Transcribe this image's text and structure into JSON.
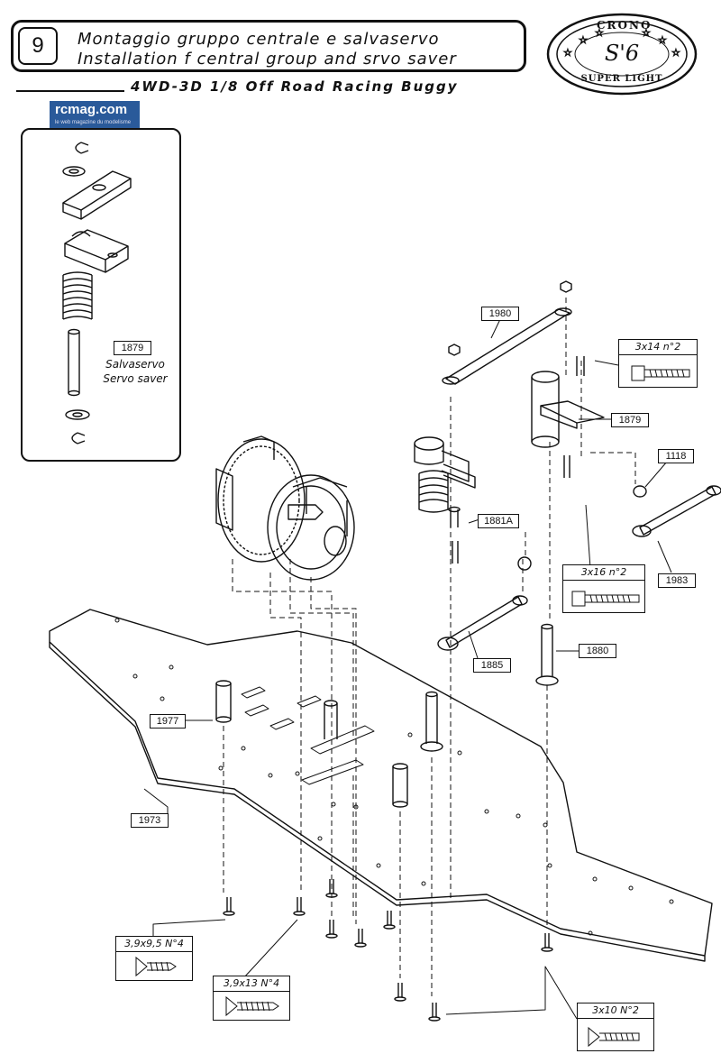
{
  "header": {
    "step_number": "9",
    "title_it": "Montaggio gruppo centrale e salvaservo",
    "title_en": "Installation f central group and srvo saver",
    "subtitle": "4WD-3D 1/8 Off Road Racing Buggy"
  },
  "logo": {
    "brand_top": "CRONO",
    "model": "S'6",
    "brand_bottom": "SUPER LIGHT"
  },
  "watermark": {
    "site": "rcmag.com",
    "tagline": "le web magazine du modelisme"
  },
  "inset": {
    "part_number": "1879",
    "caption_it": "Salvaservo",
    "caption_en": "Servo saver"
  },
  "callouts": {
    "p1980": "1980",
    "p1879": "1879",
    "p1118": "1118",
    "p1881a": "1881A",
    "p1983": "1983",
    "p1885": "1885",
    "p1880": "1880",
    "p1977": "1977",
    "p1973": "1973"
  },
  "hardware": {
    "screw_3x14": "3x14  n°2",
    "screw_3x16": "3x16  n°2",
    "screw_3x10": "3x10  N°2",
    "screw_39x95": "3,9x9,5  N°4",
    "screw_39x13": "3,9x13  N°4"
  }
}
